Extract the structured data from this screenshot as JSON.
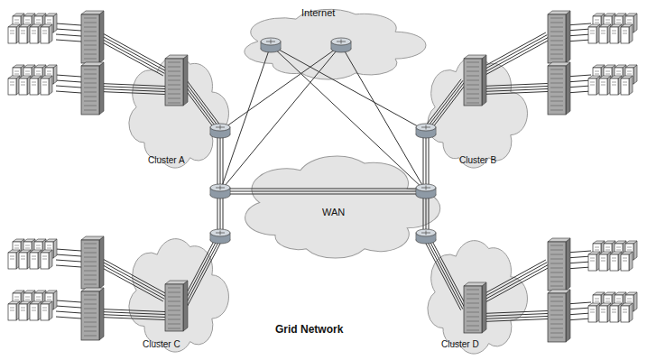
{
  "diagram": {
    "title": "Grid Network",
    "nodes": [
      {
        "text": [
          "Internet"
        ]
      },
      {
        "text": [
          "WAN"
        ]
      },
      {
        "text": [
          "Cluster A"
        ]
      },
      {
        "text": [
          "Cluster B"
        ]
      },
      {
        "text": [
          "Cluster C"
        ]
      },
      {
        "text": [
          "Cluster D"
        ]
      }
    ]
  }
}
